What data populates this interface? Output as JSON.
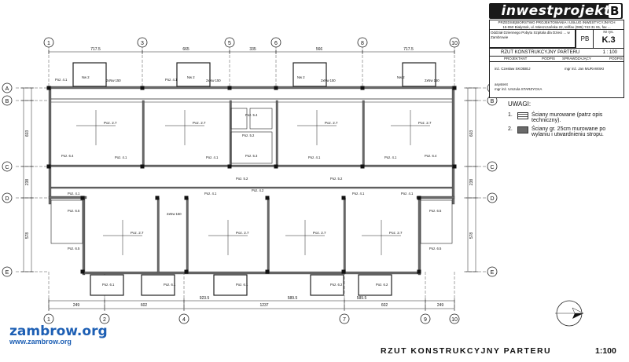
{
  "title_block": {
    "logo_text": "inwestprojekt",
    "logo_letter": "B",
    "company_line1": "PRZEDSIĘBIORSTWO PROJEKTOWANIA I USŁUG INWESTYCYJNYCH",
    "company_line2": "15-950 Białystok, ul. Mieszczańska 22, tel/fax (085) 743 31 81, fax ...",
    "project_desc": "Oddział Dziennego Pobytu Szpitala dla Dzieci ... w Zambrowie",
    "drawing_no_label": "Nr rys.",
    "drawing_no": "K.3",
    "stage": "PB",
    "sheet_title": "RZUT KONSTRUKCYJNY PARTERU",
    "scale": "1 : 100",
    "col_designer": "PROJEKTANT",
    "col_sign": "PODPIS",
    "col_checker": "SPRAWDZAJĄCY",
    "col_sign2": "PODPIS",
    "designer_name": "inż. Czesław SKOBIEJ",
    "checker_name": "mgr inż. Jan MURAWSKI",
    "assistant_role": "asystent",
    "assistant_name": "mgr inż. Urszula STARZYCKA"
  },
  "axes": {
    "columns_top": [
      "1",
      "3",
      "5",
      "6",
      "8",
      "10"
    ],
    "columns_bottom": [
      "1",
      "2",
      "4",
      "7",
      "9",
      "10"
    ],
    "rows": [
      "A",
      "B",
      "C",
      "D",
      "E"
    ]
  },
  "dimensions": {
    "top": [
      "717.5",
      "665",
      "335",
      "566",
      "717.5"
    ],
    "bottom_upper": [
      "602",
      "1237",
      "602"
    ],
    "bottom_lower": [
      "923.5",
      "589.5",
      "589.5"
    ],
    "bottom_ends": [
      "249",
      "249"
    ],
    "left": [
      "603",
      "238",
      "578"
    ],
    "right": [
      "603",
      "238",
      "578"
    ]
  },
  "rooms": {
    "strop": "Poz. 2.7",
    "labels": [
      "Poz. 4.1",
      "Poz. 4.2",
      "Poz. 5.1",
      "Poz. 5.2",
      "Poz. 5.3",
      "Poz. 5.4",
      "Poz. 6.1",
      "Poz. 6.2",
      "Poz. 6.3",
      "Poz. 6.4",
      "Poz. 6.5",
      "Nw 2",
      "2xNw 150"
    ]
  },
  "legend": {
    "title": "UWAGI:",
    "items": [
      {
        "num": "1.",
        "text": "Ściany murowane (patrz opis techniczny)."
      },
      {
        "num": "2.",
        "text": "Ściany gr. 25cm murowane po wylaniu i utwardnieniu stropu."
      }
    ]
  },
  "footer": {
    "title": "RZUT KONSTRUKCYJNY PARTERU",
    "scale": "1:100"
  },
  "watermark": {
    "main": "zambrow.org",
    "sub": "www.zambrow.org"
  },
  "colors": {
    "line": "#222222",
    "wall_fill": "#6a6a6a",
    "watermark": "#1d5fb4"
  }
}
